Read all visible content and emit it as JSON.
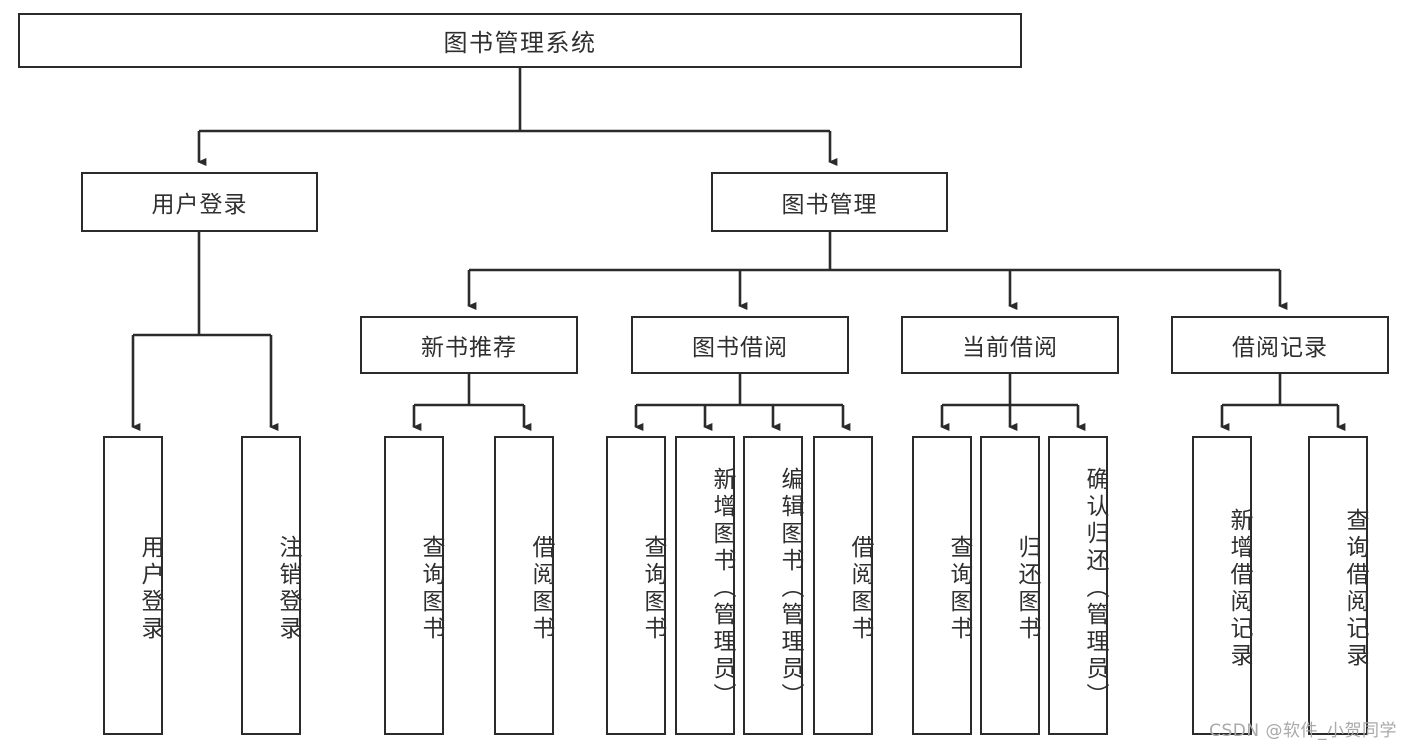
{
  "diagram": {
    "title": "图书管理系统",
    "type": "tree-hierarchy",
    "root": {
      "label": "图书管理系统"
    },
    "level2": [
      {
        "label": "用户登录"
      },
      {
        "label": "图书管理"
      }
    ],
    "level3": [
      {
        "label": "新书推荐"
      },
      {
        "label": "图书借阅"
      },
      {
        "label": "当前借阅"
      },
      {
        "label": "借阅记录"
      }
    ],
    "leaves": [
      {
        "label": "用户登录"
      },
      {
        "label": "注销登录"
      },
      {
        "label": "查询图书"
      },
      {
        "label": "借阅图书"
      },
      {
        "label": "查询图书"
      },
      {
        "label": "新增图书（管理员）"
      },
      {
        "label": "编辑图书（管理员）"
      },
      {
        "label": "借阅图书"
      },
      {
        "label": "查询图书"
      },
      {
        "label": "归还图书"
      },
      {
        "label": "确认归还（管理员）"
      },
      {
        "label": "新增借阅记录"
      },
      {
        "label": "查询借阅记录"
      }
    ],
    "colors": {
      "stroke": "#2b2b2b",
      "text": "#2f2f2f",
      "background": "#ffffff",
      "watermark": "#a9a9a9"
    }
  },
  "watermark": {
    "text": "CSDN @软件_小贺同学"
  }
}
